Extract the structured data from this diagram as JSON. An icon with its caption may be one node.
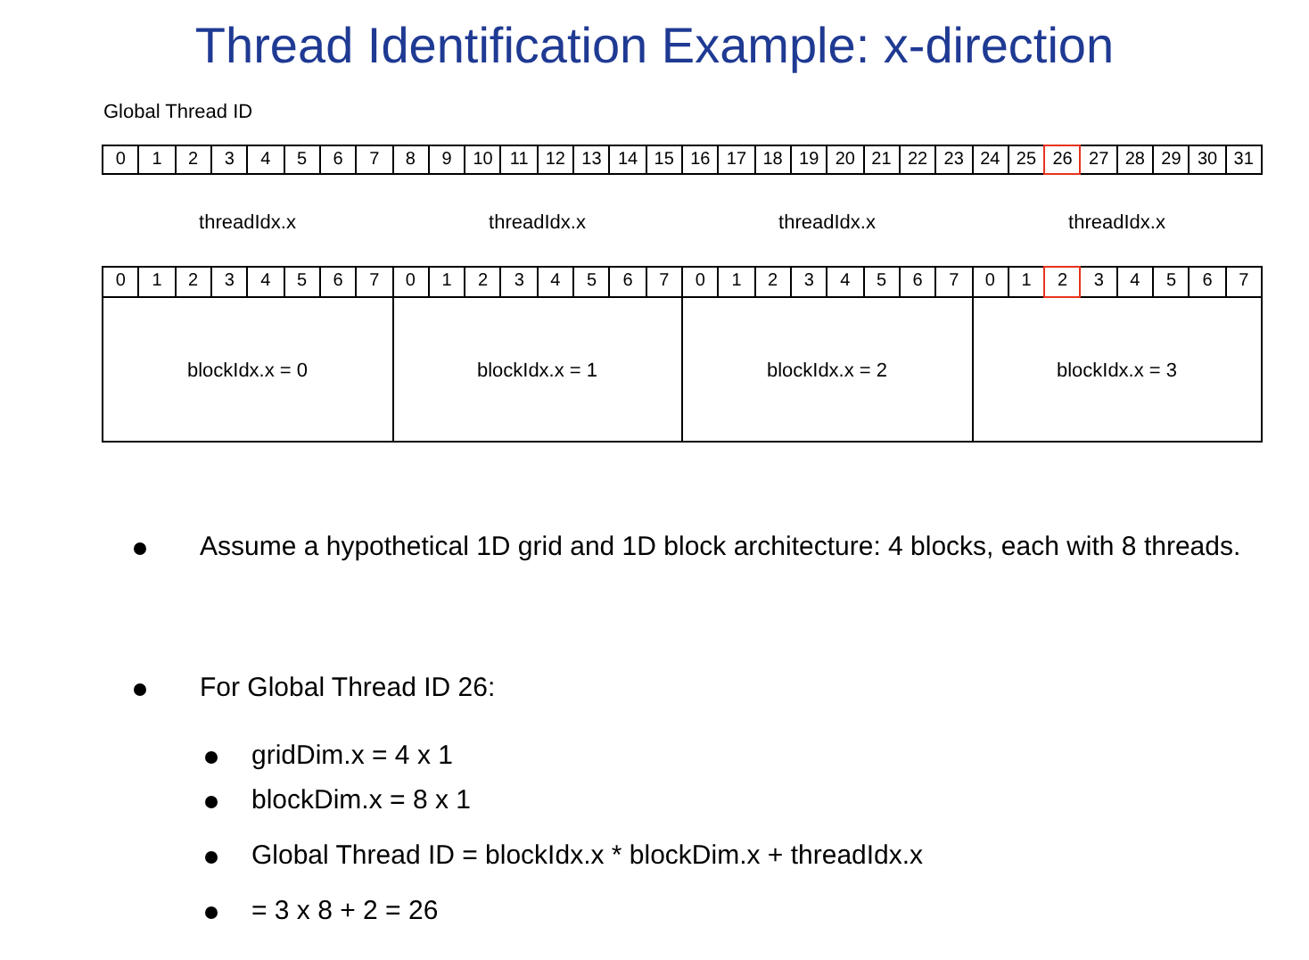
{
  "diagram": {
    "title": "Thread Identification Example: x-direction",
    "nodes": [
      {
        "text": [
          "0"
        ]
      },
      {
        "text": [
          "1"
        ]
      },
      {
        "text": [
          "2"
        ]
      },
      {
        "text": [
          "3"
        ]
      },
      {
        "text": [
          "4"
        ]
      },
      {
        "text": [
          "5"
        ]
      },
      {
        "text": [
          "6"
        ]
      },
      {
        "text": [
          "7"
        ]
      },
      {
        "text": [
          "8"
        ]
      },
      {
        "text": [
          "9"
        ]
      },
      {
        "text": [
          "10"
        ]
      },
      {
        "text": [
          "11"
        ]
      },
      {
        "text": [
          "12"
        ]
      },
      {
        "text": [
          "13"
        ]
      },
      {
        "text": [
          "14"
        ]
      },
      {
        "text": [
          "15"
        ]
      },
      {
        "text": [
          "16"
        ]
      },
      {
        "text": [
          "17"
        ]
      },
      {
        "text": [
          "18"
        ]
      },
      {
        "text": [
          "19"
        ]
      },
      {
        "text": [
          "20"
        ]
      },
      {
        "text": [
          "21"
        ]
      },
      {
        "text": [
          "22"
        ]
      },
      {
        "text": [
          "23"
        ]
      },
      {
        "text": [
          "24"
        ]
      },
      {
        "text": [
          "25"
        ]
      },
      {
        "text": [
          "26"
        ]
      },
      {
        "text": [
          "27"
        ]
      },
      {
        "text": [
          "28"
        ]
      },
      {
        "text": [
          "29"
        ]
      },
      {
        "text": [
          "30"
        ]
      },
      {
        "text": [
          "31"
        ]
      },
      {
        "text": [
          "threadIdx.x",
          "blockIdx.x = 0"
        ]
      },
      {
        "text": [
          "0"
        ],
        "in": 32
      },
      {
        "text": [
          "1"
        ],
        "in": 32
      },
      {
        "text": [
          "2"
        ],
        "in": 32
      },
      {
        "text": [
          "3"
        ],
        "in": 32
      },
      {
        "text": [
          "4"
        ],
        "in": 32
      },
      {
        "text": [
          "5"
        ],
        "in": 32
      },
      {
        "text": [
          "6"
        ],
        "in": 32
      },
      {
        "text": [
          "7"
        ],
        "in": 32
      },
      {
        "text": [
          "threadIdx.x",
          "blockIdx.x = 1"
        ]
      },
      {
        "text": [
          "0"
        ],
        "in": 41
      },
      {
        "text": [
          "1"
        ],
        "in": 41
      },
      {
        "text": [
          "2"
        ],
        "in": 41
      },
      {
        "text": [
          "3"
        ],
        "in": 41
      },
      {
        "text": [
          "4"
        ],
        "in": 41
      },
      {
        "text": [
          "5"
        ],
        "in": 41
      },
      {
        "text": [
          "6"
        ],
        "in": 41
      },
      {
        "text": [
          "7"
        ],
        "in": 41
      },
      {
        "text": [
          "threadIdx.x",
          "blockIdx.x = 2"
        ]
      },
      {
        "text": [
          "0"
        ],
        "in": 50
      },
      {
        "text": [
          "1"
        ],
        "in": 50
      },
      {
        "text": [
          "2"
        ],
        "in": 50
      },
      {
        "text": [
          "3"
        ],
        "in": 50
      },
      {
        "text": [
          "4"
        ],
        "in": 50
      },
      {
        "text": [
          "5"
        ],
        "in": 50
      },
      {
        "text": [
          "6"
        ],
        "in": 50
      },
      {
        "text": [
          "7"
        ],
        "in": 50
      },
      {
        "text": [
          "threadIdx.x",
          "blockIdx.x = 3"
        ]
      },
      {
        "text": [
          "0"
        ],
        "in": 59
      },
      {
        "text": [
          "1"
        ],
        "in": 59
      },
      {
        "text": [
          "2"
        ],
        "in": 59
      },
      {
        "text": [
          "3"
        ],
        "in": 59
      },
      {
        "text": [
          "4"
        ],
        "in": 59
      },
      {
        "text": [
          "5"
        ],
        "in": 59
      },
      {
        "text": [
          "6"
        ],
        "in": 59
      },
      {
        "text": [
          "7"
        ],
        "in": 59
      }
    ],
    "labels": [
      "Global Thread ID",
      "Assume a hypothetical 1D grid and 1D block architecture: 4 blocks, each with 8 threads.",
      "For Global Thread ID 26:",
      "gridDim.x = 4 x 1",
      "blockDim.x = 8 x 1",
      "Global Thread ID = blockIdx.x * blockDim.x + threadIdx.x",
      "= 3 x 8 + 2 = 26"
    ]
  }
}
